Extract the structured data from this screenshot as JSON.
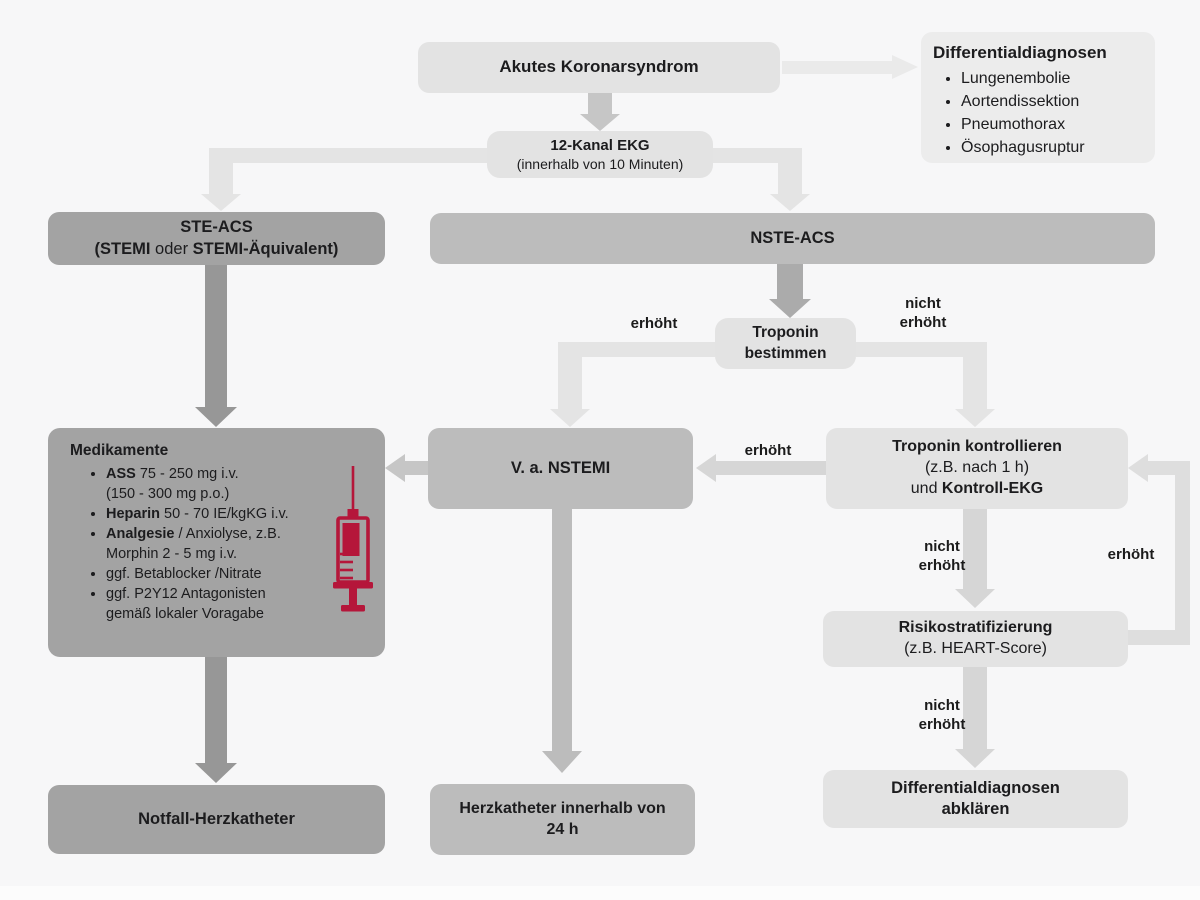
{
  "colors": {
    "bg": "#f7f7f8",
    "text": "#1c1c1e",
    "boxDark": "#a3a3a3",
    "boxMid": "#bcbcbc",
    "boxLight": "#e3e3e3",
    "boxLighter": "#ececec",
    "arrowLightest": "#eaeaea",
    "arrowLight": "#e4e4e4",
    "arrowLoop": "#dedede",
    "arrowSoft": "#d6d6d6",
    "arrowToMed": "#c6c6c6",
    "arrowMid": "#ababab",
    "arrowBoxMid": "#bcbcbc",
    "arrowDark": "#979797",
    "syringeRed": "#b5163a"
  },
  "boxes": {
    "acs": {
      "label": "Akutes Koronarsyndrom"
    },
    "dd": {
      "title": "Differentialdiagnosen",
      "items": [
        "Lungenembolie",
        "Aortendissektion",
        "Pneumothorax",
        "Ösophagusruptur"
      ]
    },
    "ekg": {
      "line1": "12-Kanal EKG",
      "line2": "(innerhalb von 10 Minuten)"
    },
    "ste": {
      "line1": "STE-ACS",
      "line2_parts": [
        "(STEMI",
        " oder ",
        "STEMI-Äquivalent)"
      ]
    },
    "nste": {
      "label": "NSTE-ACS"
    },
    "troponin": {
      "line1": "Troponin",
      "line2": "bestimmen"
    },
    "va_nstemi": {
      "label": "V. a. NSTEMI"
    },
    "tropkontrolle": {
      "line1": "Troponin kontrollieren",
      "line2": "(z.B. nach 1 h)",
      "line3_parts": [
        "und ",
        "Kontroll-EKG"
      ]
    },
    "medikamente": {
      "title": "Medikamente",
      "items": [
        {
          "bold": "ASS",
          "rest": " 75 - 250 mg i.v.",
          "line2": "(150 - 300 mg p.o.)"
        },
        {
          "bold": "Heparin",
          "rest": " 50 - 70 IE/kgKG i.v.",
          "line2": ""
        },
        {
          "bold": "Analgesie",
          "rest": " / Anxiolyse, z.B.",
          "line2": "Morphin 2 - 5 mg i.v."
        },
        {
          "bold": "",
          "rest": "ggf. Betablocker /Nitrate",
          "line2": ""
        },
        {
          "bold": "",
          "rest": "ggf. P2Y12 Antagonisten",
          "line2": "gemäß lokaler Voragabe"
        }
      ]
    },
    "risiko": {
      "line1": "Risikostratifizierung",
      "line2": "(z.B. HEART-Score)"
    },
    "notfall": {
      "label": "Notfall-Herzkatheter"
    },
    "herzkatheter24": {
      "line1": "Herzkatheter innerhalb von",
      "line2": "24 h"
    },
    "dd_abklaeren": {
      "line1": "Differentialdiagnosen",
      "line2": "abklären"
    }
  },
  "labels": {
    "troponin_left": "erhöht",
    "troponin_right_l1": "nicht",
    "troponin_right_l2": "erhöht",
    "kontroll_left": "erhöht",
    "kontroll_down_l1": "nicht",
    "kontroll_down_l2": "erhöht",
    "loop_right": "erhöht",
    "risiko_down_l1": "nicht",
    "risiko_down_l2": "erhöht"
  },
  "icons": {
    "syringe": "syringe-icon"
  }
}
